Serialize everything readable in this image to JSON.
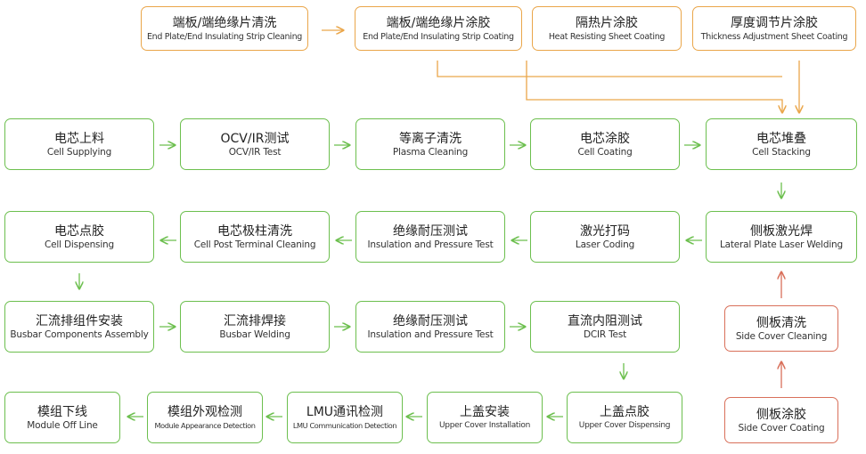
{
  "colors": {
    "green": "#6cbf4e",
    "orange": "#eaa64a",
    "red": "#d9705a"
  },
  "top_row": [
    {
      "zh": "端板/端绝缘片清洗",
      "en": "End Plate/End Insulating Strip Cleaning"
    },
    {
      "zh": "端板/端绝缘片涂胶",
      "en": "End Plate/End Insulating Strip Coating"
    },
    {
      "zh": "隔热片涂胶",
      "en": "Heat Resisting Sheet Coating"
    },
    {
      "zh": "厚度调节片涂胶",
      "en": "Thickness Adjustment Sheet Coating"
    }
  ],
  "row1": [
    {
      "zh": "电芯上料",
      "en": "Cell Supplying"
    },
    {
      "zh": "OCV/IR测试",
      "en": "OCV/IR Test"
    },
    {
      "zh": "等离子清洗",
      "en": "Plasma Cleaning"
    },
    {
      "zh": "电芯涂胶",
      "en": "Cell Coating"
    },
    {
      "zh": "电芯堆叠",
      "en": "Cell Stacking"
    }
  ],
  "row2": [
    {
      "zh": "电芯点胶",
      "en": "Cell Dispensing"
    },
    {
      "zh": "电芯极柱清洗",
      "en": "Cell Post Terminal Cleaning"
    },
    {
      "zh": "绝缘耐压测试",
      "en": "Insulation and Pressure Test"
    },
    {
      "zh": "激光打码",
      "en": "Laser Coding"
    },
    {
      "zh": "侧板激光焊",
      "en": "Lateral Plate Laser Welding"
    }
  ],
  "row3": [
    {
      "zh": "汇流排组件安装",
      "en": "Busbar Components Assembly"
    },
    {
      "zh": "汇流排焊接",
      "en": "Busbar Welding"
    },
    {
      "zh": "绝缘耐压测试",
      "en": "Insulation and Pressure Test"
    },
    {
      "zh": "直流内阻测试",
      "en": "DCIR Test"
    }
  ],
  "row4": [
    {
      "zh": "模组下线",
      "en": "Module Off Line"
    },
    {
      "zh": "模组外观检测",
      "en": "Module Appearance Detection"
    },
    {
      "zh": "LMU通讯检测",
      "en": "LMU Communication Detection"
    },
    {
      "zh": "上盖安装",
      "en": "Upper Cover Installation"
    },
    {
      "zh": "上盖点胶",
      "en": "Upper Cover Dispensing"
    }
  ],
  "side": [
    {
      "zh": "侧板清洗",
      "en": "Side Cover Cleaning"
    },
    {
      "zh": "侧板涂胶",
      "en": "Side Cover Coating"
    }
  ]
}
